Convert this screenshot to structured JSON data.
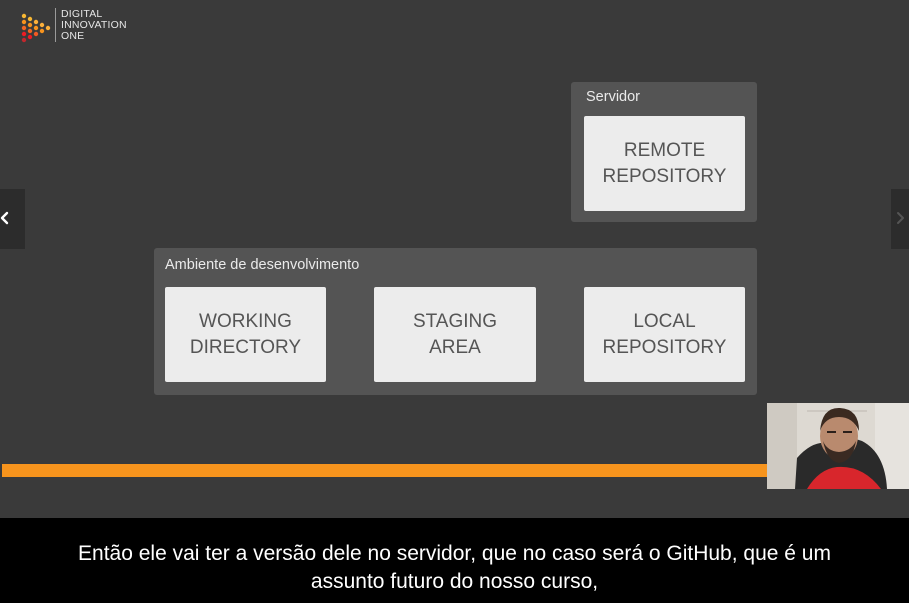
{
  "logo": {
    "line1": "DIGITAL",
    "line2": "INNOVATION",
    "line3": "ONE"
  },
  "diagram": {
    "server_panel": {
      "label": "Servidor",
      "box": "REMOTE\nREPOSITORY"
    },
    "dev_panel": {
      "label": "Ambiente de desenvolvimento",
      "boxes": [
        "WORKING\nDIRECTORY",
        "STAGING\nAREA",
        "LOCAL\nREPOSITORY"
      ]
    }
  },
  "player": {
    "progress": 0.845,
    "prev_icon": "chevron-left-icon",
    "next_icon": "chevron-right-icon"
  },
  "subtitle": {
    "line1": "Então ele vai ter a versão dele no servidor, que no caso será o GitHub, que é um",
    "line2": "assunto futuro do nosso curso,"
  },
  "colors": {
    "slide_bg": "#3a3a3a",
    "panel_bg": "#545454",
    "box_bg": "#ececec",
    "progress": "#f7941d"
  }
}
